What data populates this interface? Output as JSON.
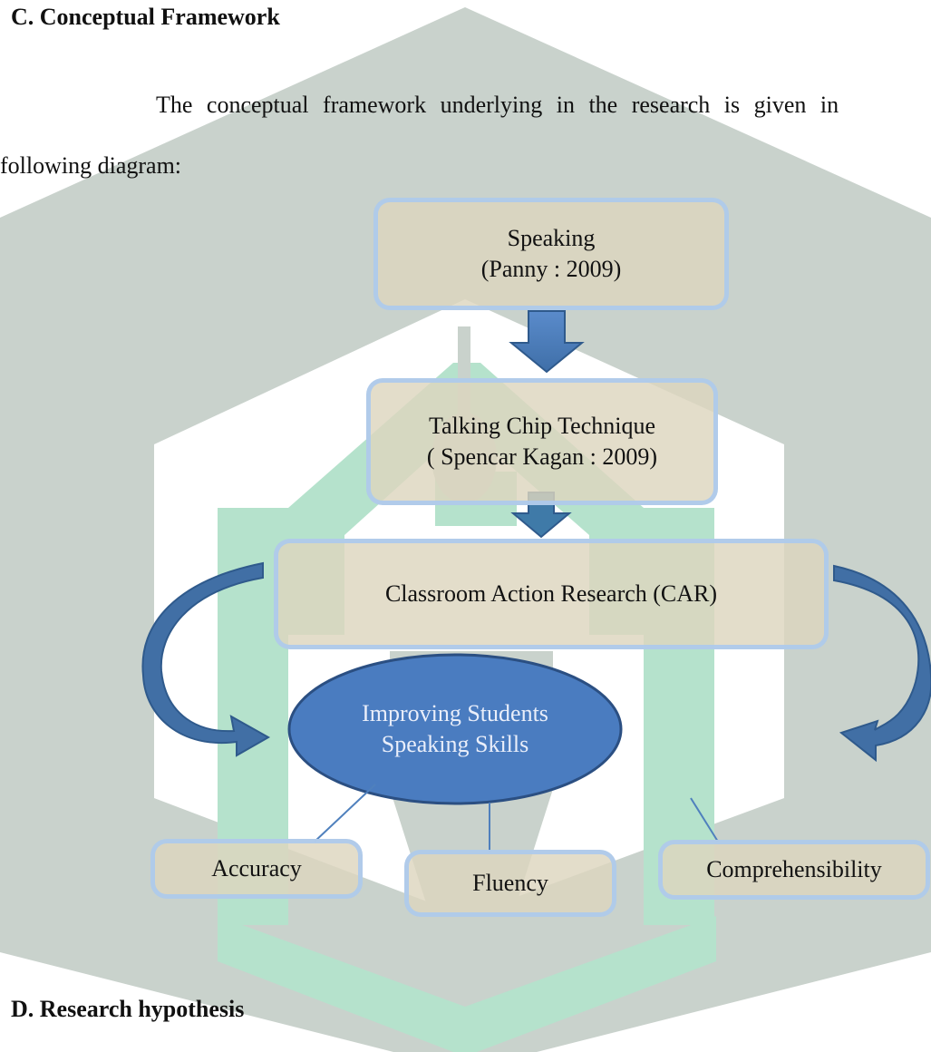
{
  "headings": {
    "section_c": "C.  Conceptual Framework",
    "section_d": "D.  Research hypothesis"
  },
  "intro": {
    "line1": "The conceptual framework underlying in the research is given in",
    "line2": "following diagram:"
  },
  "diagram": {
    "speaking": {
      "line1": "Speaking",
      "line2": "(Panny : 2009)"
    },
    "talking_chip": {
      "line1": "Talking Chip Technique",
      "line2": "( Spencar Kagan : 2009)"
    },
    "car": {
      "label": "Classroom Action Research (CAR)"
    },
    "goal": {
      "line1": "Improving Students",
      "line2": "Speaking Skills"
    },
    "aspects": {
      "accuracy": "Accuracy",
      "fluency": "Fluency",
      "comprehensibility": "Comprehensibility"
    },
    "colors": {
      "box_fill": "#ddd6be",
      "box_border": "#accaee",
      "arrow": "#4f80bd",
      "ellipse": "#4a7cc0",
      "connector": "#4f80bd"
    }
  },
  "watermark": {
    "colors": {
      "gray": "#c9d2cc",
      "green": "#b5e2cc"
    }
  }
}
